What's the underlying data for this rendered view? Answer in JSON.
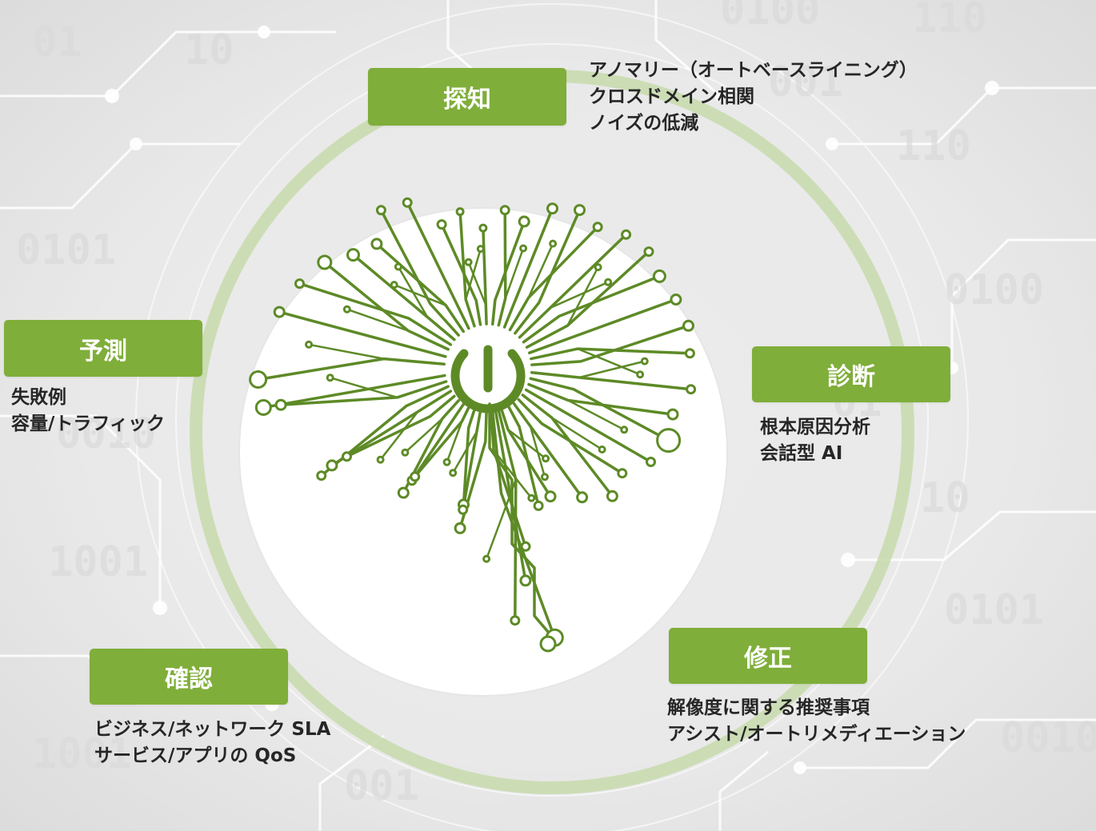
{
  "colors": {
    "accent": "#7fae3a",
    "brain": "#5d8a26",
    "ring": "#c9dcaf",
    "text": "#262626"
  },
  "center_icon": "power-icon",
  "background_digits": [
    "01",
    "10",
    "0101",
    "0010",
    "1001",
    "001",
    "110",
    "0100"
  ],
  "stages": {
    "detect": {
      "label": "探知",
      "items": [
        "アノマリー（オートベースライニング）",
        "クロスドメイン相関",
        "ノイズの低減"
      ]
    },
    "diagnose": {
      "label": "診断",
      "items": [
        "根本原因分析",
        "会話型 AI"
      ]
    },
    "fix": {
      "label": "修正",
      "items": [
        "解像度に関する推奨事項",
        "アシスト/オートリメディエーション"
      ]
    },
    "verify": {
      "label": "確認",
      "items": [
        "ビジネス/ネットワーク SLA",
        "サービス/アプリの QoS"
      ]
    },
    "predict": {
      "label": "予測",
      "items": [
        "失敗例",
        "容量/トラフィック"
      ]
    }
  }
}
